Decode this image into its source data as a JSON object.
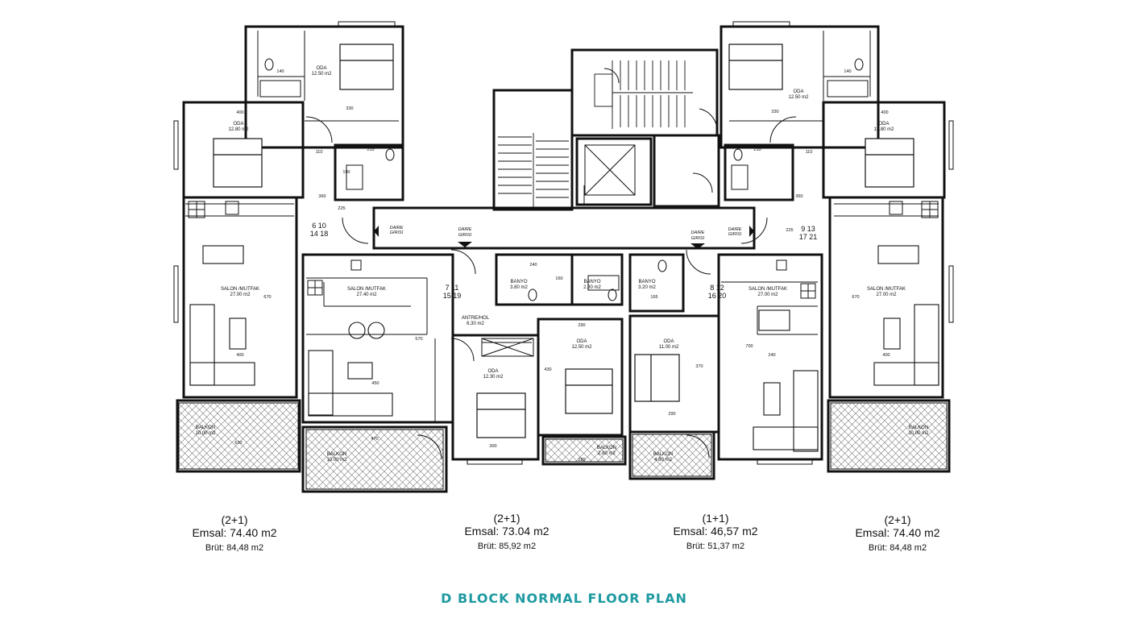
{
  "title": "D BLOCK NORMAL FLOOR PLAN",
  "units": [
    {
      "type": "(2+1)",
      "emsal": "Emsal: 74.40 m2",
      "brut": "Brüt: 84,48 m2"
    },
    {
      "type": "(2+1)",
      "emsal": "Emsal: 73.04 m2",
      "brut": "Brüt: 85,92 m2"
    },
    {
      "type": "(1+1)",
      "emsal": "Emsal: 46,57 m2",
      "brut": "Brüt: 51,37 m2"
    },
    {
      "type": "(2+1)",
      "emsal": "Emsal: 74.40 m2",
      "brut": "Brüt: 84,48 m2"
    }
  ],
  "rooms": {
    "left_top_oda": {
      "name": "ODA",
      "area": "12.50 m2"
    },
    "left_oda": {
      "name": "ODA",
      "area": "12.80 m2"
    },
    "left_salon": {
      "name": "SALON /MUTFAK",
      "area": "27.00 m2"
    },
    "left_balkon": {
      "name": "BALKON",
      "area": "10.00 m2"
    },
    "cl_salon": {
      "name": "SALON /MUTFAK",
      "area": "27.40 m2"
    },
    "cl_banyo": {
      "name": "BANYO",
      "area": "3.80 m2"
    },
    "cl_antre": {
      "name": "ANTRE/HOL",
      "area": "6.30 m2"
    },
    "cl_oda": {
      "name": "ODA",
      "area": "12.30 m2"
    },
    "cl_oda2": {
      "name": "ODA",
      "area": "12.50 m2"
    },
    "cl_banyo2": {
      "name": "BANYO",
      "area": "2.80 m2"
    },
    "cl_balkon": {
      "name": "BALKON",
      "area": "10.00 m2"
    },
    "cl_balkon2": {
      "name": "BALKON",
      "area": "2.80 m2"
    },
    "cr_banyo": {
      "name": "BANYO",
      "area": "3.20 m2"
    },
    "cr_oda": {
      "name": "ODA",
      "area": "11.00 m2"
    },
    "cr_salon": {
      "name": "SALON /MUTFAK",
      "area": "27.00 m2"
    },
    "cr_balkon": {
      "name": "BALKON",
      "area": "4.80 m2"
    },
    "right_top_oda": {
      "name": "ODA",
      "area": "12.50 m2"
    },
    "right_oda": {
      "name": "ODA",
      "area": "12.80 m2"
    },
    "right_salon": {
      "name": "SALON /MUTFAK",
      "area": "27.00 m2"
    },
    "right_balkon": {
      "name": "BALKON",
      "area": "10.00 m2"
    }
  },
  "unit_numbers": {
    "left": [
      "6 10",
      "14 18"
    ],
    "center_left": [
      "7 11",
      "15 19"
    ],
    "center_right": [
      "8 12",
      "16 20"
    ],
    "right": [
      "9 13",
      "17 21"
    ]
  },
  "entrance_labels": {
    "daire": "DAIRE",
    "girisi": "GIRISI"
  },
  "dimensions": {
    "d400": "400",
    "d330": "330",
    "d210": "210",
    "d110": "110",
    "d360": "360",
    "d140": "140",
    "d670": "670",
    "d450": "450",
    "d470": "470",
    "d300": "300",
    "d290": "290",
    "d280": "280",
    "d240": "240",
    "d570": "570",
    "d700": "700",
    "d430": "430",
    "d370": "370",
    "d225": "225",
    "d190": "190",
    "d165": "165",
    "d620": "620",
    "d160": "160"
  },
  "colors": {
    "title": "#1e9aa0",
    "line": "#111111",
    "hatch": "#555555"
  }
}
